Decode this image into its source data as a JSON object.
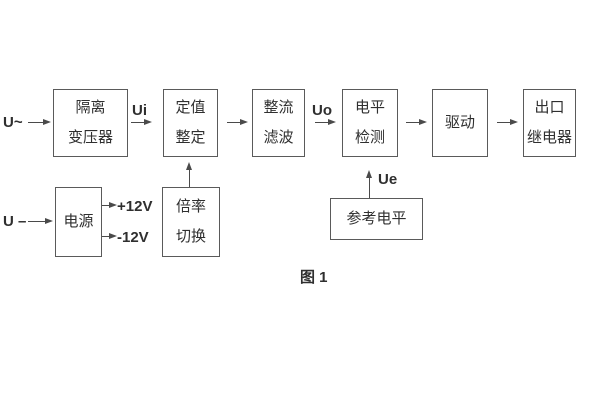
{
  "figure": {
    "caption": "图 1",
    "colors": {
      "line": "#4a4a4a",
      "border": "#5a5a5a",
      "text": "#2f2f2f",
      "background": "#ffffff"
    },
    "inputs": {
      "ac": "U~",
      "dc": "U –"
    },
    "blocks": {
      "isolation_transformer": {
        "lines": [
          "隔离",
          "变压器"
        ]
      },
      "setpoint_setting": {
        "lines": [
          "定值",
          "整定"
        ]
      },
      "rectifier_filter": {
        "lines": [
          "整流",
          "滤波"
        ]
      },
      "level_detection": {
        "lines": [
          "电平",
          "检测"
        ]
      },
      "driver": {
        "lines": [
          "驱动"
        ]
      },
      "output_relay": {
        "lines": [
          "出口",
          "继电器"
        ]
      },
      "power_supply": {
        "lines": [
          "电源"
        ]
      },
      "ratio_switch": {
        "lines": [
          "倍率",
          "切换"
        ]
      },
      "reference_level": {
        "lines": [
          "参考电平"
        ]
      }
    },
    "signals": {
      "ui": "Ui",
      "uo": "Uo",
      "ue": "Ue",
      "plus12v": "+12V",
      "minus12v": "-12V"
    }
  }
}
